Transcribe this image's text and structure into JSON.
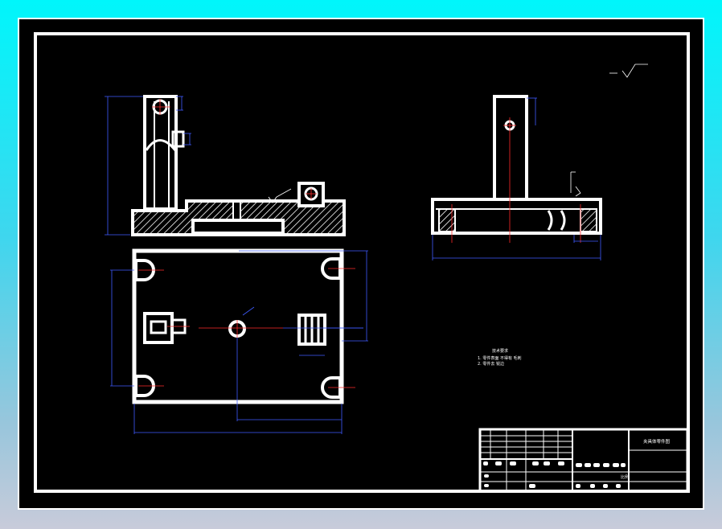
{
  "colors": {
    "background_top": "#00f6fb",
    "background_bottom": "#c8cbda",
    "canvas": "#000000",
    "outline": "#ffffff",
    "dimension": "#3f5bff",
    "centerline": "#ff2a2a",
    "hatch": "#ffffff"
  },
  "drawing": {
    "surface_roughness_symbol": "roughness-symbol",
    "technical_requirements": {
      "heading": "技术要求",
      "items": [
        "1. 零件表面 不得有 毛刺",
        "2. 零件去 锐边"
      ]
    },
    "title_block": {
      "part_name": "夹具体零件图",
      "scale_label": "比例"
    }
  }
}
